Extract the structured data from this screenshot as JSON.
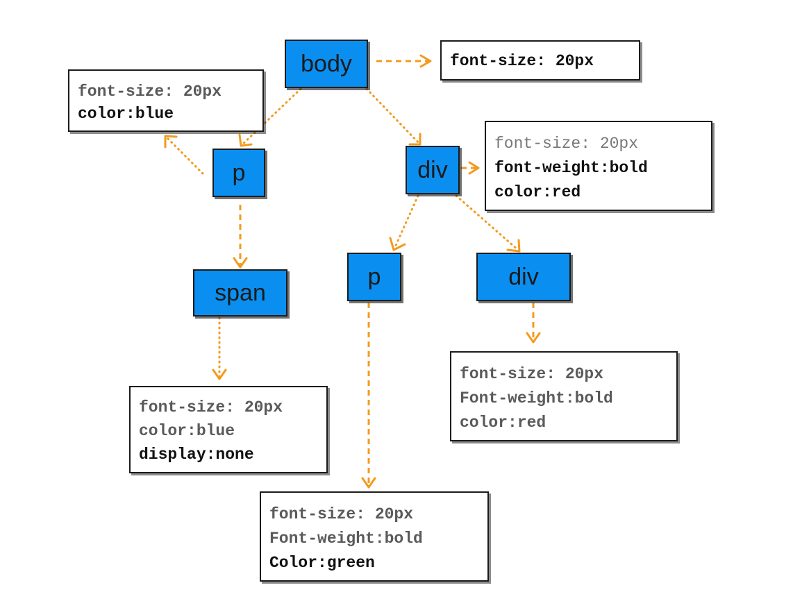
{
  "nodes": {
    "body": "body",
    "p_left": "p",
    "div_right": "div",
    "span": "span",
    "p_middle": "p",
    "div_inner": "div"
  },
  "styles": {
    "body": [
      "font-size: 20px"
    ],
    "p_left": [
      "font-size: 20px",
      "color:blue"
    ],
    "div_right": [
      "font-size: 20px",
      "font-weight:bold",
      "color:red"
    ],
    "span": [
      "font-size: 20px",
      "color:blue",
      "display:none"
    ],
    "p_middle": [
      "font-size: 20px",
      "Font-weight:bold",
      "Color:green"
    ],
    "div_inner": [
      "font-size: 20px",
      "Font-weight:bold",
      "color:red"
    ]
  },
  "colors": {
    "node_fill": "#0a8ff0",
    "arrow": "#f39a1e"
  }
}
